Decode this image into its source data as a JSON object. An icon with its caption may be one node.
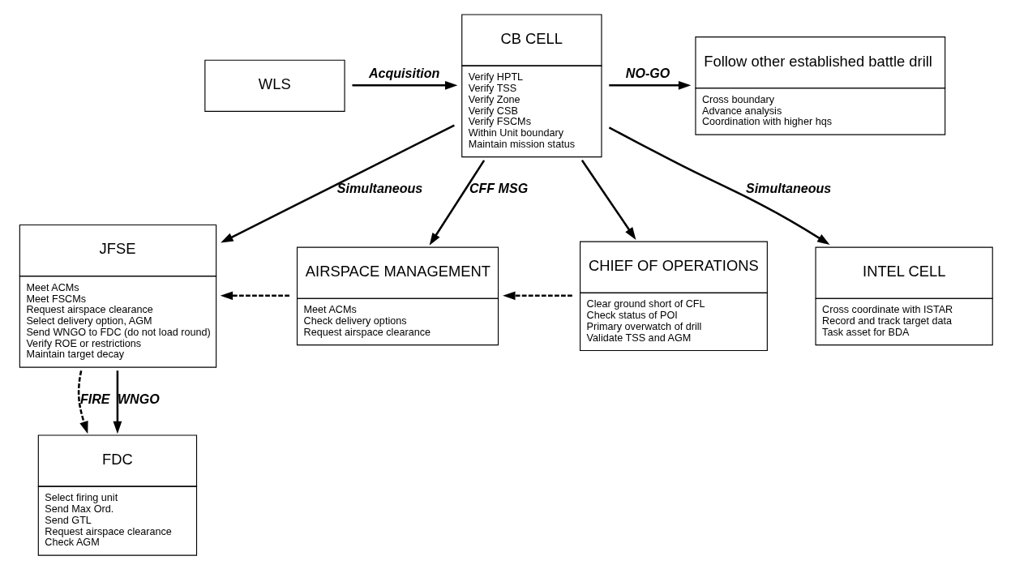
{
  "diagram": {
    "nodes": [
      {
        "text": [
          "WLS"
        ]
      },
      {
        "text": [
          "CB CELL",
          "Verify HPTL",
          "Verify TSS",
          "Verify Zone",
          "Verify CSB",
          "Verify FSCMs",
          "Within Unit boundary",
          "Maintain mission status"
        ]
      },
      {
        "text": [
          "Follow other established battle drill",
          "Cross boundary",
          "Advance analysis",
          "Coordination with higher hqs"
        ]
      },
      {
        "text": [
          "JFSE",
          "Meet ACMs",
          "Meet FSCMs",
          "Request airspace clearance",
          "Select delivery option, AGM",
          "Send WNGO to FDC (do not load round)",
          "Verify ROE or restrictions",
          "Maintain target decay"
        ]
      },
      {
        "text": [
          "AIRSPACE MANAGEMENT",
          "Meet ACMs",
          "Check delivery options",
          "Request airspace clearance"
        ]
      },
      {
        "text": [
          "CHIEF OF OPERATIONS",
          "Clear ground short of CFL",
          "Check status of POI",
          "Primary overwatch of drill",
          "Validate TSS and AGM"
        ]
      },
      {
        "text": [
          "INTEL CELL",
          "Cross coordinate with ISTAR",
          "Record and track target data",
          "Task asset for BDA"
        ]
      },
      {
        "text": [
          "FDC",
          "Select firing unit",
          "Send Max Ord.",
          "Send GTL",
          "Request airspace clearance",
          "Check AGM"
        ]
      }
    ],
    "edges": [
      {
        "from": 0,
        "to": 1,
        "arrow": "to",
        "label": "Acquisition"
      },
      {
        "from": 1,
        "to": 2,
        "arrow": "to",
        "label": "NO-GO"
      },
      {
        "from": 1,
        "to": 3,
        "arrow": "to",
        "label": "Simultaneous"
      },
      {
        "from": 1,
        "to": 4,
        "arrow": "to",
        "label": "CFF MSG"
      },
      {
        "from": 1,
        "to": 5,
        "arrow": "to"
      },
      {
        "from": 1,
        "to": 6,
        "arrow": "to",
        "label": "Simultaneous"
      },
      {
        "from": 4,
        "to": 3,
        "arrow": "to",
        "style": "dashed"
      },
      {
        "from": 5,
        "to": 4,
        "arrow": "to",
        "style": "dashed"
      },
      {
        "from": 3,
        "to": 7,
        "arrow": "to",
        "style": "dashed",
        "label": "FIRE"
      },
      {
        "from": 3,
        "to": 7,
        "arrow": "to",
        "label": "WNGO"
      }
    ]
  }
}
